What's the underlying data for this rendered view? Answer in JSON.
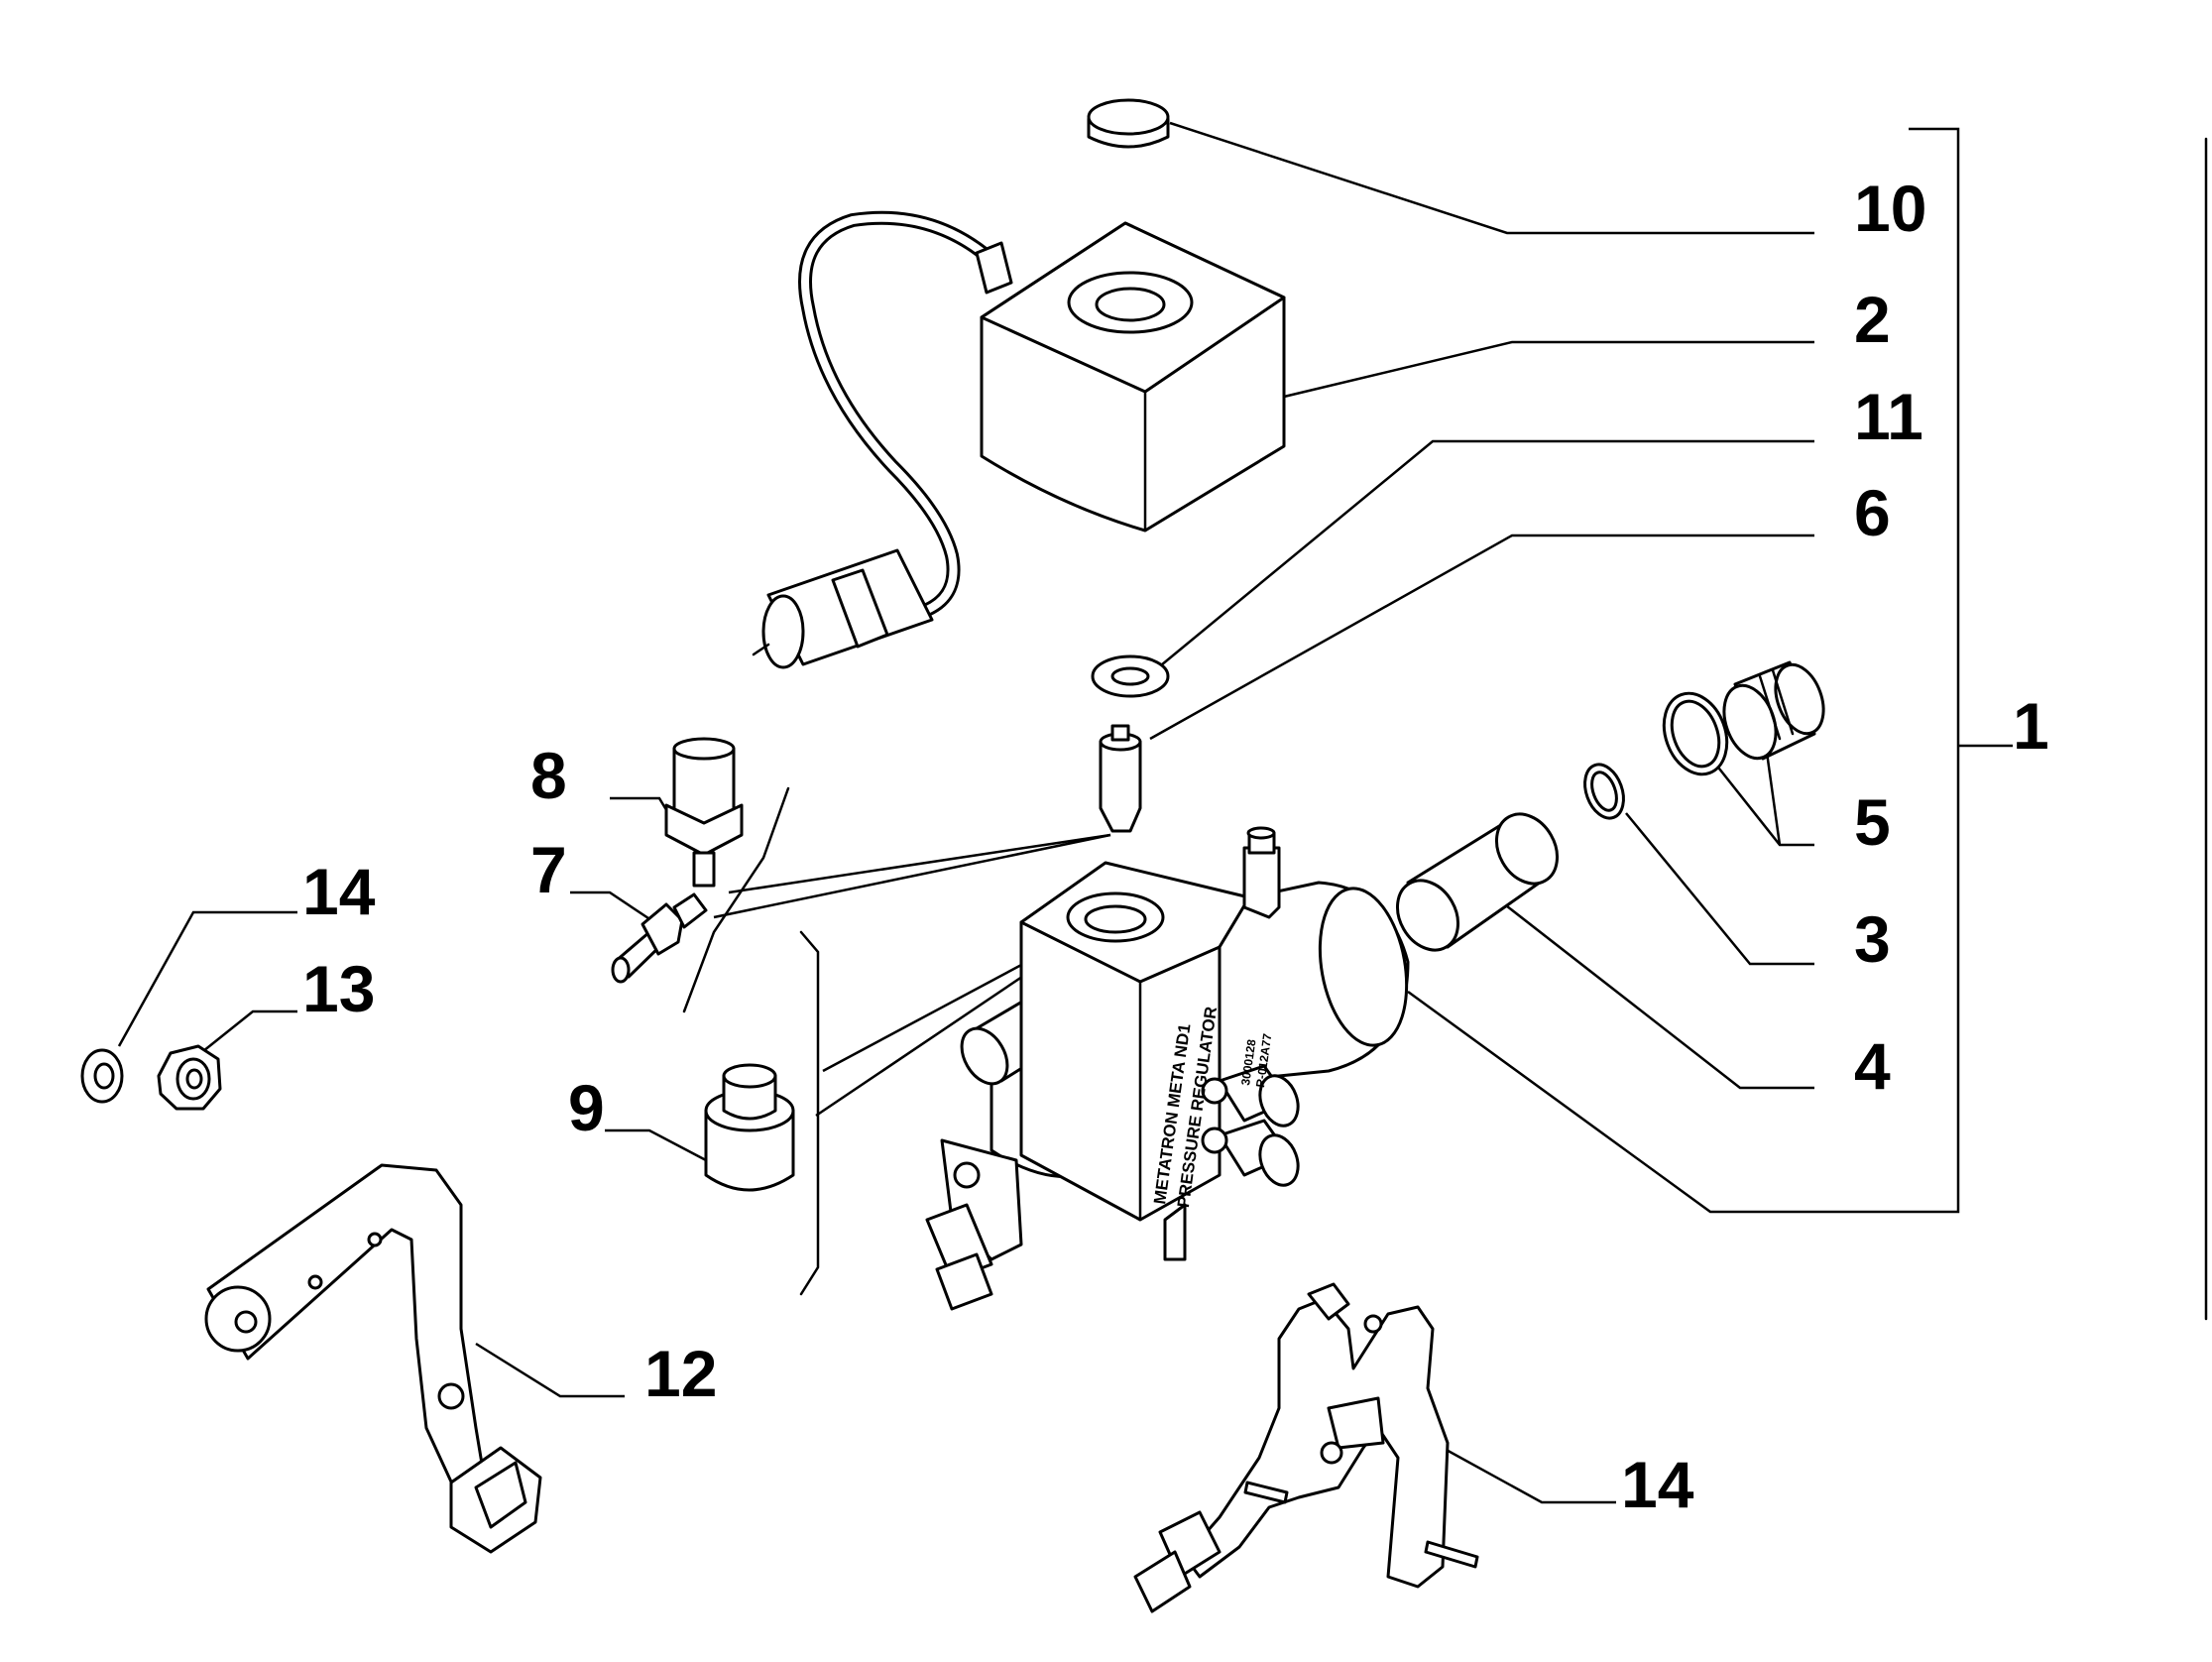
{
  "callouts": {
    "c10": "10",
    "c2": "2",
    "c11": "11",
    "c6": "6",
    "c1": "1",
    "c5": "5",
    "c3": "3",
    "c4": "4",
    "c8": "8",
    "c7": "7",
    "c14a": "14",
    "c13": "13",
    "c9": "9",
    "c12": "12",
    "c14b": "14"
  },
  "regulator_label": {
    "line1": "METATRON META ND1",
    "line2": "PRESSURE REGULATOR",
    "line3": "3000128",
    "line4": "R-012A77"
  },
  "colors": {
    "ink": "#000000",
    "paper": "#ffffff"
  }
}
